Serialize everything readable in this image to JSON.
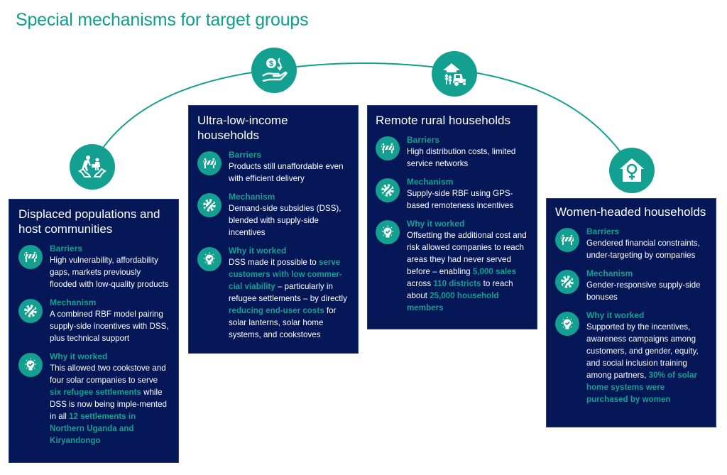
{
  "title": "Special mechanisms for target groups",
  "colors": {
    "accent": "#14a091",
    "card_bg": "#061758",
    "title": "#0f9f8e",
    "text": "#ffffff"
  },
  "icons": {
    "group_icons": [
      "displaced-family-hands-icon",
      "money-hand-icon",
      "house-farm-tractor-icon",
      "woman-house-icon"
    ],
    "row_icons": [
      "road-barrier-icon",
      "wrench-gear-icon",
      "lightbulb-check-icon"
    ]
  },
  "labels": {
    "barriers": "Barriers",
    "mechanism": "Mechanism",
    "why": "Why it worked"
  },
  "groups": [
    {
      "title": "Displaced populations and host communities",
      "barriers": "High vulnerability, affordability gaps, markets previously flooded with low-quality products",
      "mechanism": "A combined RBF model pairing supply-side incentives with DSS, plus technical support",
      "why": [
        {
          "t": "This allowed two cookstove and four solar companies to serve ",
          "h": false
        },
        {
          "t": "six refugee settlements",
          "h": true
        },
        {
          "t": " while DSS is now being imple-mented in all ",
          "h": false
        },
        {
          "t": "12 settlements in Northern Uganda and Kiryandongo",
          "h": true
        }
      ]
    },
    {
      "title": "Ultra-low-income households",
      "barriers": "Products still unaffordable even with efficient delivery",
      "mechanism": "Demand-side subsidies (DSS), blended with supply-side incentives",
      "why": [
        {
          "t": "DSS made it possible to ",
          "h": false
        },
        {
          "t": "serve customers with low commer-cial viability",
          "h": true
        },
        {
          "t": " – particularly in refugee settlements – by directly ",
          "h": false
        },
        {
          "t": "reducing end-user costs",
          "h": true
        },
        {
          "t": " for solar lanterns, solar home systems, and cookstoves",
          "h": false
        }
      ]
    },
    {
      "title": "Remote rural households",
      "barriers": "High distribution costs, limited service networks",
      "mechanism": "Supply-side RBF using GPS-based remoteness incentives",
      "why": [
        {
          "t": "Offsetting the additional cost and risk allowed companies to reach areas they had never served before – enabling ",
          "h": false
        },
        {
          "t": "5,000 sales",
          "h": true
        },
        {
          "t": " across ",
          "h": false
        },
        {
          "t": "110 districts",
          "h": true
        },
        {
          "t": " to reach about ",
          "h": false
        },
        {
          "t": "25,000 household members",
          "h": true
        }
      ]
    },
    {
      "title": "Women-headed households",
      "barriers": "Gendered financial constraints, under-targeting by companies",
      "mechanism": "Gender-responsive supply-side bonuses",
      "why": [
        {
          "t": "Supported by the incentives, awareness campaigns among customers, and gender, equity, and social inclusion training among partners, ",
          "h": false
        },
        {
          "t": "30% of solar home systems were purchased by women",
          "h": true
        }
      ]
    }
  ]
}
